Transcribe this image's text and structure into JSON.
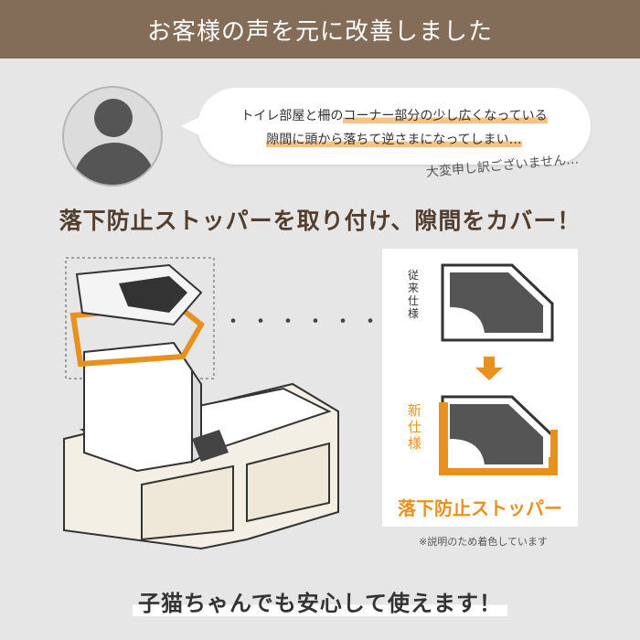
{
  "header": {
    "title": "お客様の声を元に改善しました"
  },
  "bubble": {
    "line1_pre": "トイレ部屋と柵の",
    "line1_hl": "コーナー部分の少し広くなっている",
    "line2_hl": "隙間に頭から落ちて逆さまになってしまい…",
    "apology": "大変申し訳ございません…"
  },
  "headline": "落下防止ストッパーを取り付け、隙間をカバー！",
  "dots": "・・・・・・・",
  "comparison": {
    "old_label": "従来仕様",
    "new_label": "新仕様",
    "stopper_label": "落下防止ストッパー",
    "note": "※説明のため着色しています"
  },
  "footer": "子猫ちゃんでも安心して使えます！",
  "colors": {
    "header_bg": "#846d58",
    "accent": "#e8911f",
    "headline": "#533d2c"
  },
  "icons": {
    "avatar": "user-avatar-icon",
    "arrow": "arrow-down-icon"
  }
}
